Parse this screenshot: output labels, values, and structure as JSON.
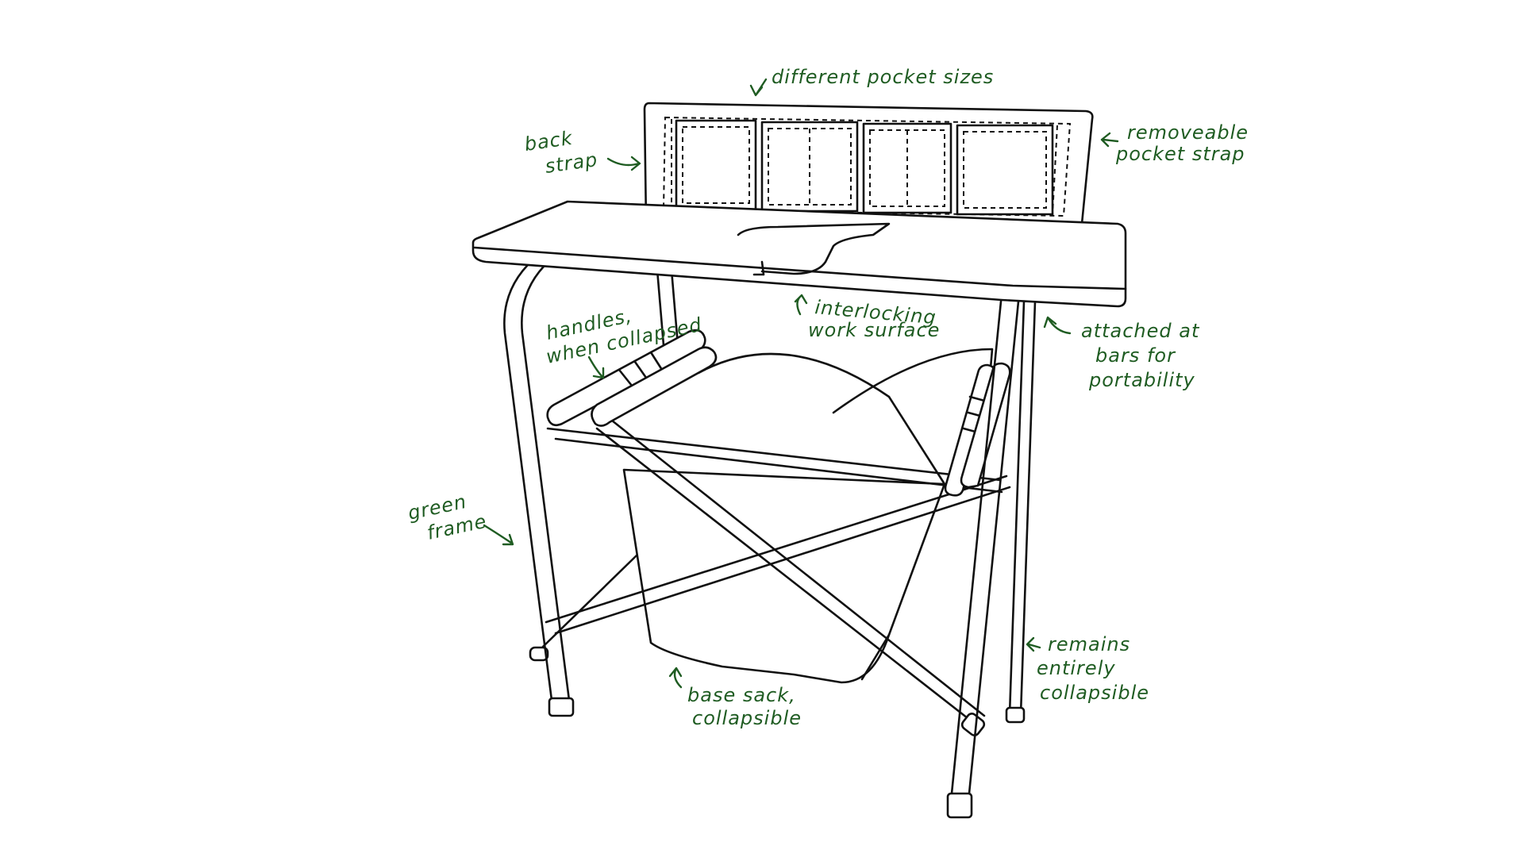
{
  "figure": {
    "subject": "collapsible folding desk with pocket strap and base sack",
    "ink_color": "#111111",
    "annotation_color": "#1f5c22",
    "background": "#ffffff"
  },
  "annotations": {
    "pocket_sizes": [
      "different pocket sizes"
    ],
    "back_strap": [
      "back",
      "strap"
    ],
    "removeable_strap": [
      "removeable",
      "pocket strap"
    ],
    "handles": [
      "handles,",
      "when collapsed"
    ],
    "work_surface": [
      "interlocking",
      "work surface"
    ],
    "attached_bars": [
      "attached at",
      "bars for",
      "portability"
    ],
    "green_frame": [
      "green",
      "frame"
    ],
    "base_sack": [
      "base sack,",
      "collapsible"
    ],
    "remains_collapsible": [
      "remains",
      "entirely",
      "collapsible"
    ]
  }
}
